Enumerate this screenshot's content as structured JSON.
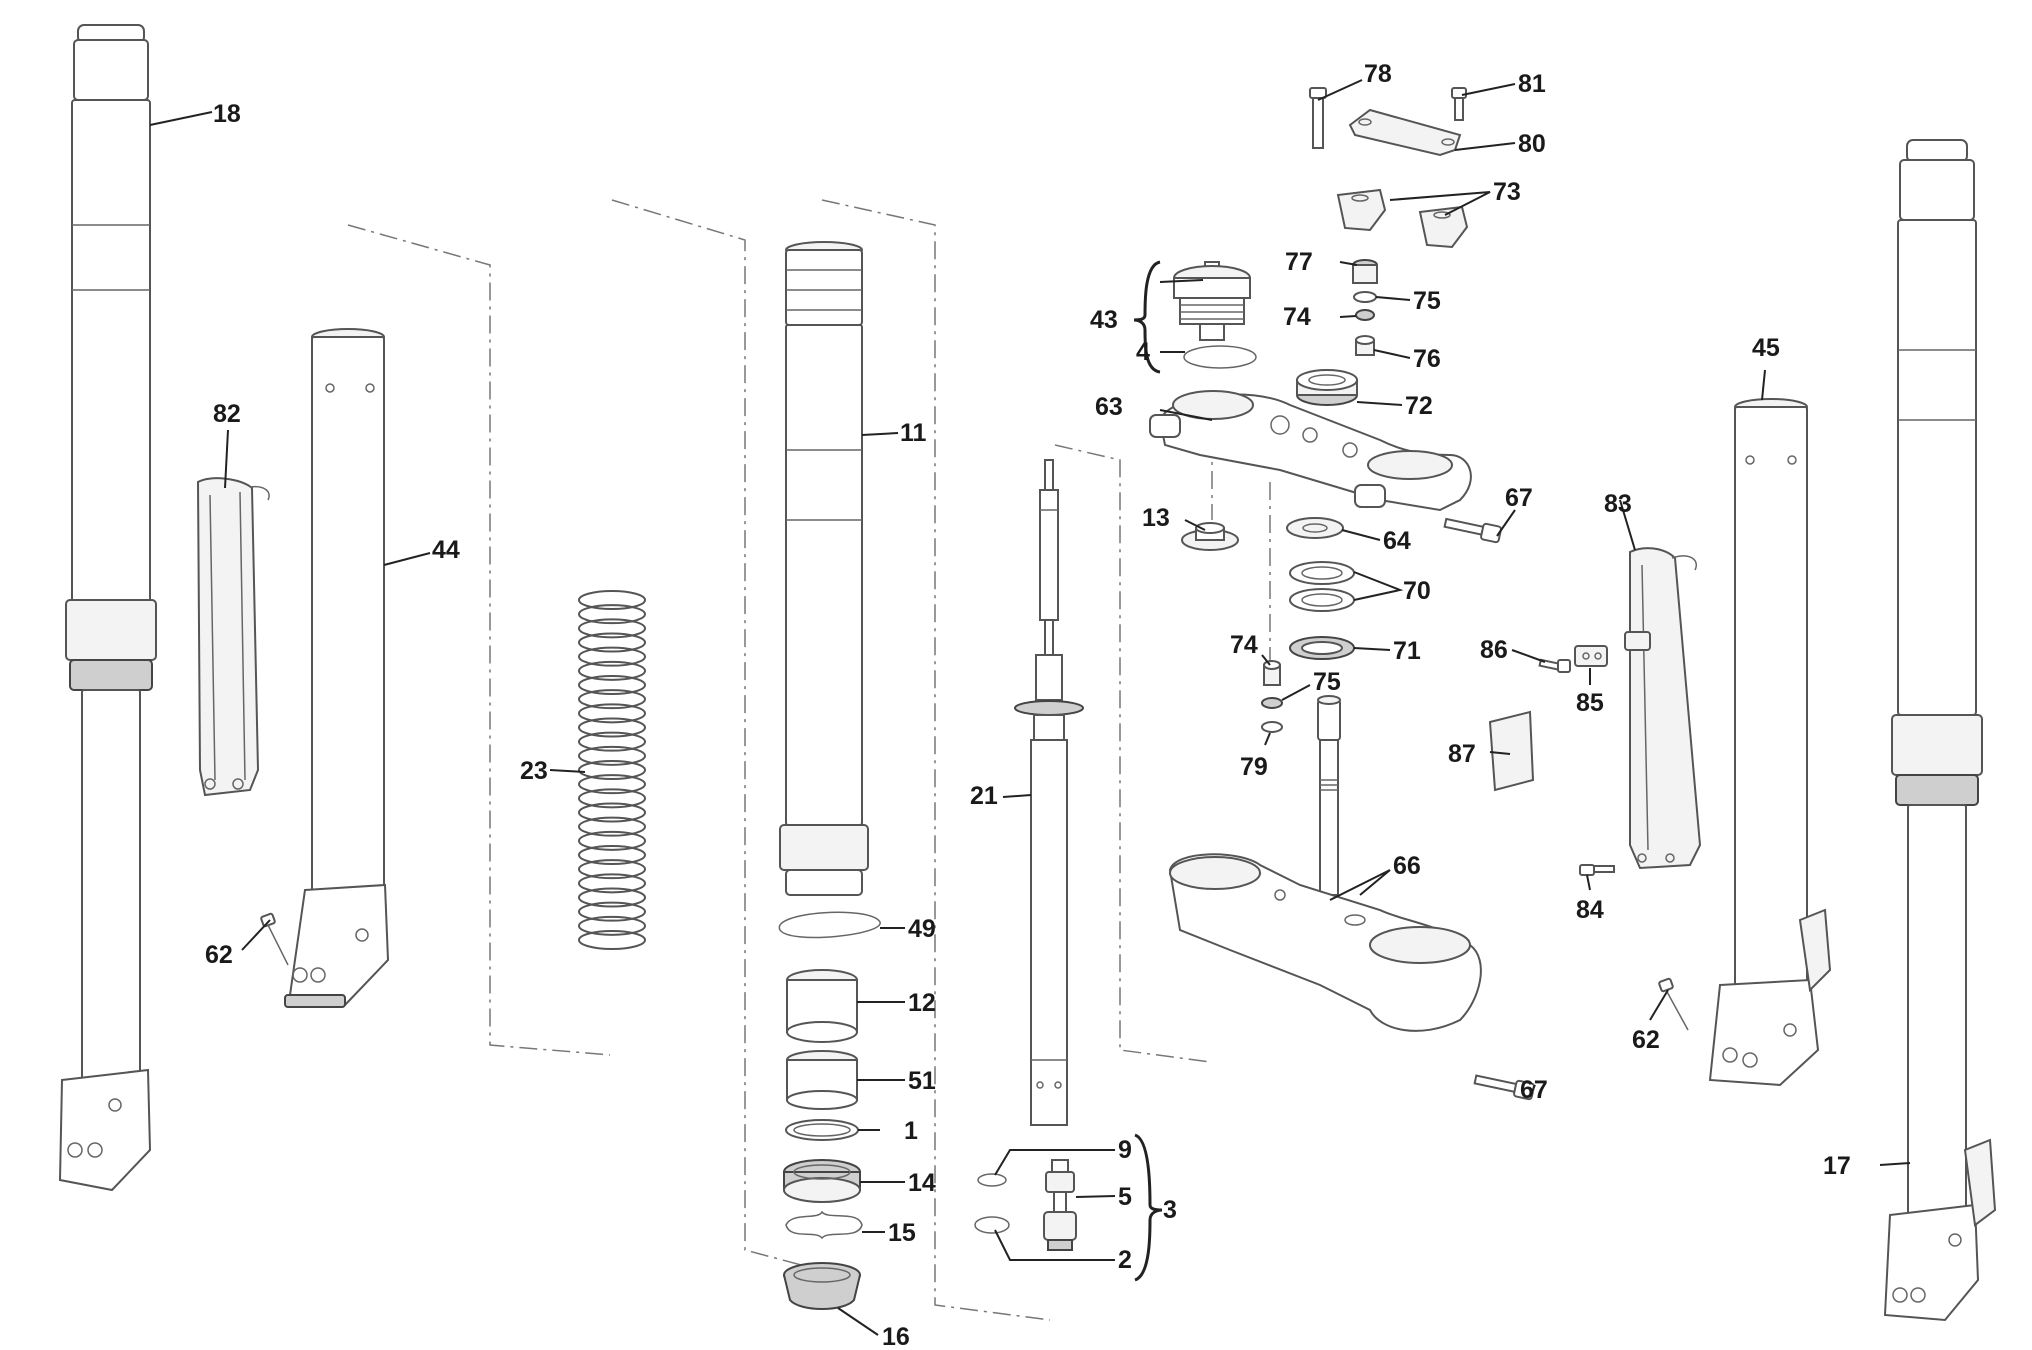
{
  "diagram": {
    "callouts": [
      {
        "id": "c18",
        "text": "18"
      },
      {
        "id": "c82",
        "text": "82"
      },
      {
        "id": "c44",
        "text": "44"
      },
      {
        "id": "c62a",
        "text": "62"
      },
      {
        "id": "c23",
        "text": "23"
      },
      {
        "id": "c11",
        "text": "11"
      },
      {
        "id": "c49",
        "text": "49"
      },
      {
        "id": "c12",
        "text": "12"
      },
      {
        "id": "c51",
        "text": "51"
      },
      {
        "id": "c1",
        "text": "1"
      },
      {
        "id": "c14",
        "text": "14"
      },
      {
        "id": "c15",
        "text": "15"
      },
      {
        "id": "c16",
        "text": "16"
      },
      {
        "id": "c21",
        "text": "21"
      },
      {
        "id": "c9",
        "text": "9"
      },
      {
        "id": "c5",
        "text": "5"
      },
      {
        "id": "c2",
        "text": "2"
      },
      {
        "id": "c3",
        "text": "3"
      },
      {
        "id": "c43",
        "text": "43"
      },
      {
        "id": "c4",
        "text": "4"
      },
      {
        "id": "c63",
        "text": "63"
      },
      {
        "id": "c13",
        "text": "13"
      },
      {
        "id": "c78",
        "text": "78"
      },
      {
        "id": "c81",
        "text": "81"
      },
      {
        "id": "c80",
        "text": "80"
      },
      {
        "id": "c73",
        "text": "73"
      },
      {
        "id": "c77",
        "text": "77"
      },
      {
        "id": "c75a",
        "text": "75"
      },
      {
        "id": "c74a",
        "text": "74"
      },
      {
        "id": "c76",
        "text": "76"
      },
      {
        "id": "c72",
        "text": "72"
      },
      {
        "id": "c67a",
        "text": "67"
      },
      {
        "id": "c64",
        "text": "64"
      },
      {
        "id": "c70",
        "text": "70"
      },
      {
        "id": "c71",
        "text": "71"
      },
      {
        "id": "c74b",
        "text": "74"
      },
      {
        "id": "c75b",
        "text": "75"
      },
      {
        "id": "c79",
        "text": "79"
      },
      {
        "id": "c66",
        "text": "66"
      },
      {
        "id": "c67b",
        "text": "67"
      },
      {
        "id": "c45",
        "text": "45"
      },
      {
        "id": "c83",
        "text": "83"
      },
      {
        "id": "c86",
        "text": "86"
      },
      {
        "id": "c85",
        "text": "85"
      },
      {
        "id": "c87",
        "text": "87"
      },
      {
        "id": "c84",
        "text": "84"
      },
      {
        "id": "c62b",
        "text": "62"
      },
      {
        "id": "c17",
        "text": "17"
      }
    ]
  }
}
